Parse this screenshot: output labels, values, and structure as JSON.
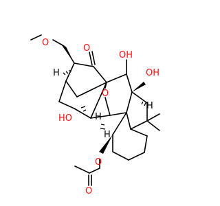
{
  "molecule": {
    "atom_colors": {
      "oxygen": "#ff0d0d",
      "carbon": "#000000"
    },
    "labels": {
      "o_methoxy": "O",
      "o_ketone": "O",
      "oh_top": "OH",
      "oh_right": "OH",
      "o_bridge": "O",
      "ho_left": "HO",
      "o_acetate": "O",
      "o_carbonyl": "O",
      "h_upper_left": "H",
      "h_center_left": "H",
      "h_center": "H",
      "h_right": "H"
    }
  }
}
